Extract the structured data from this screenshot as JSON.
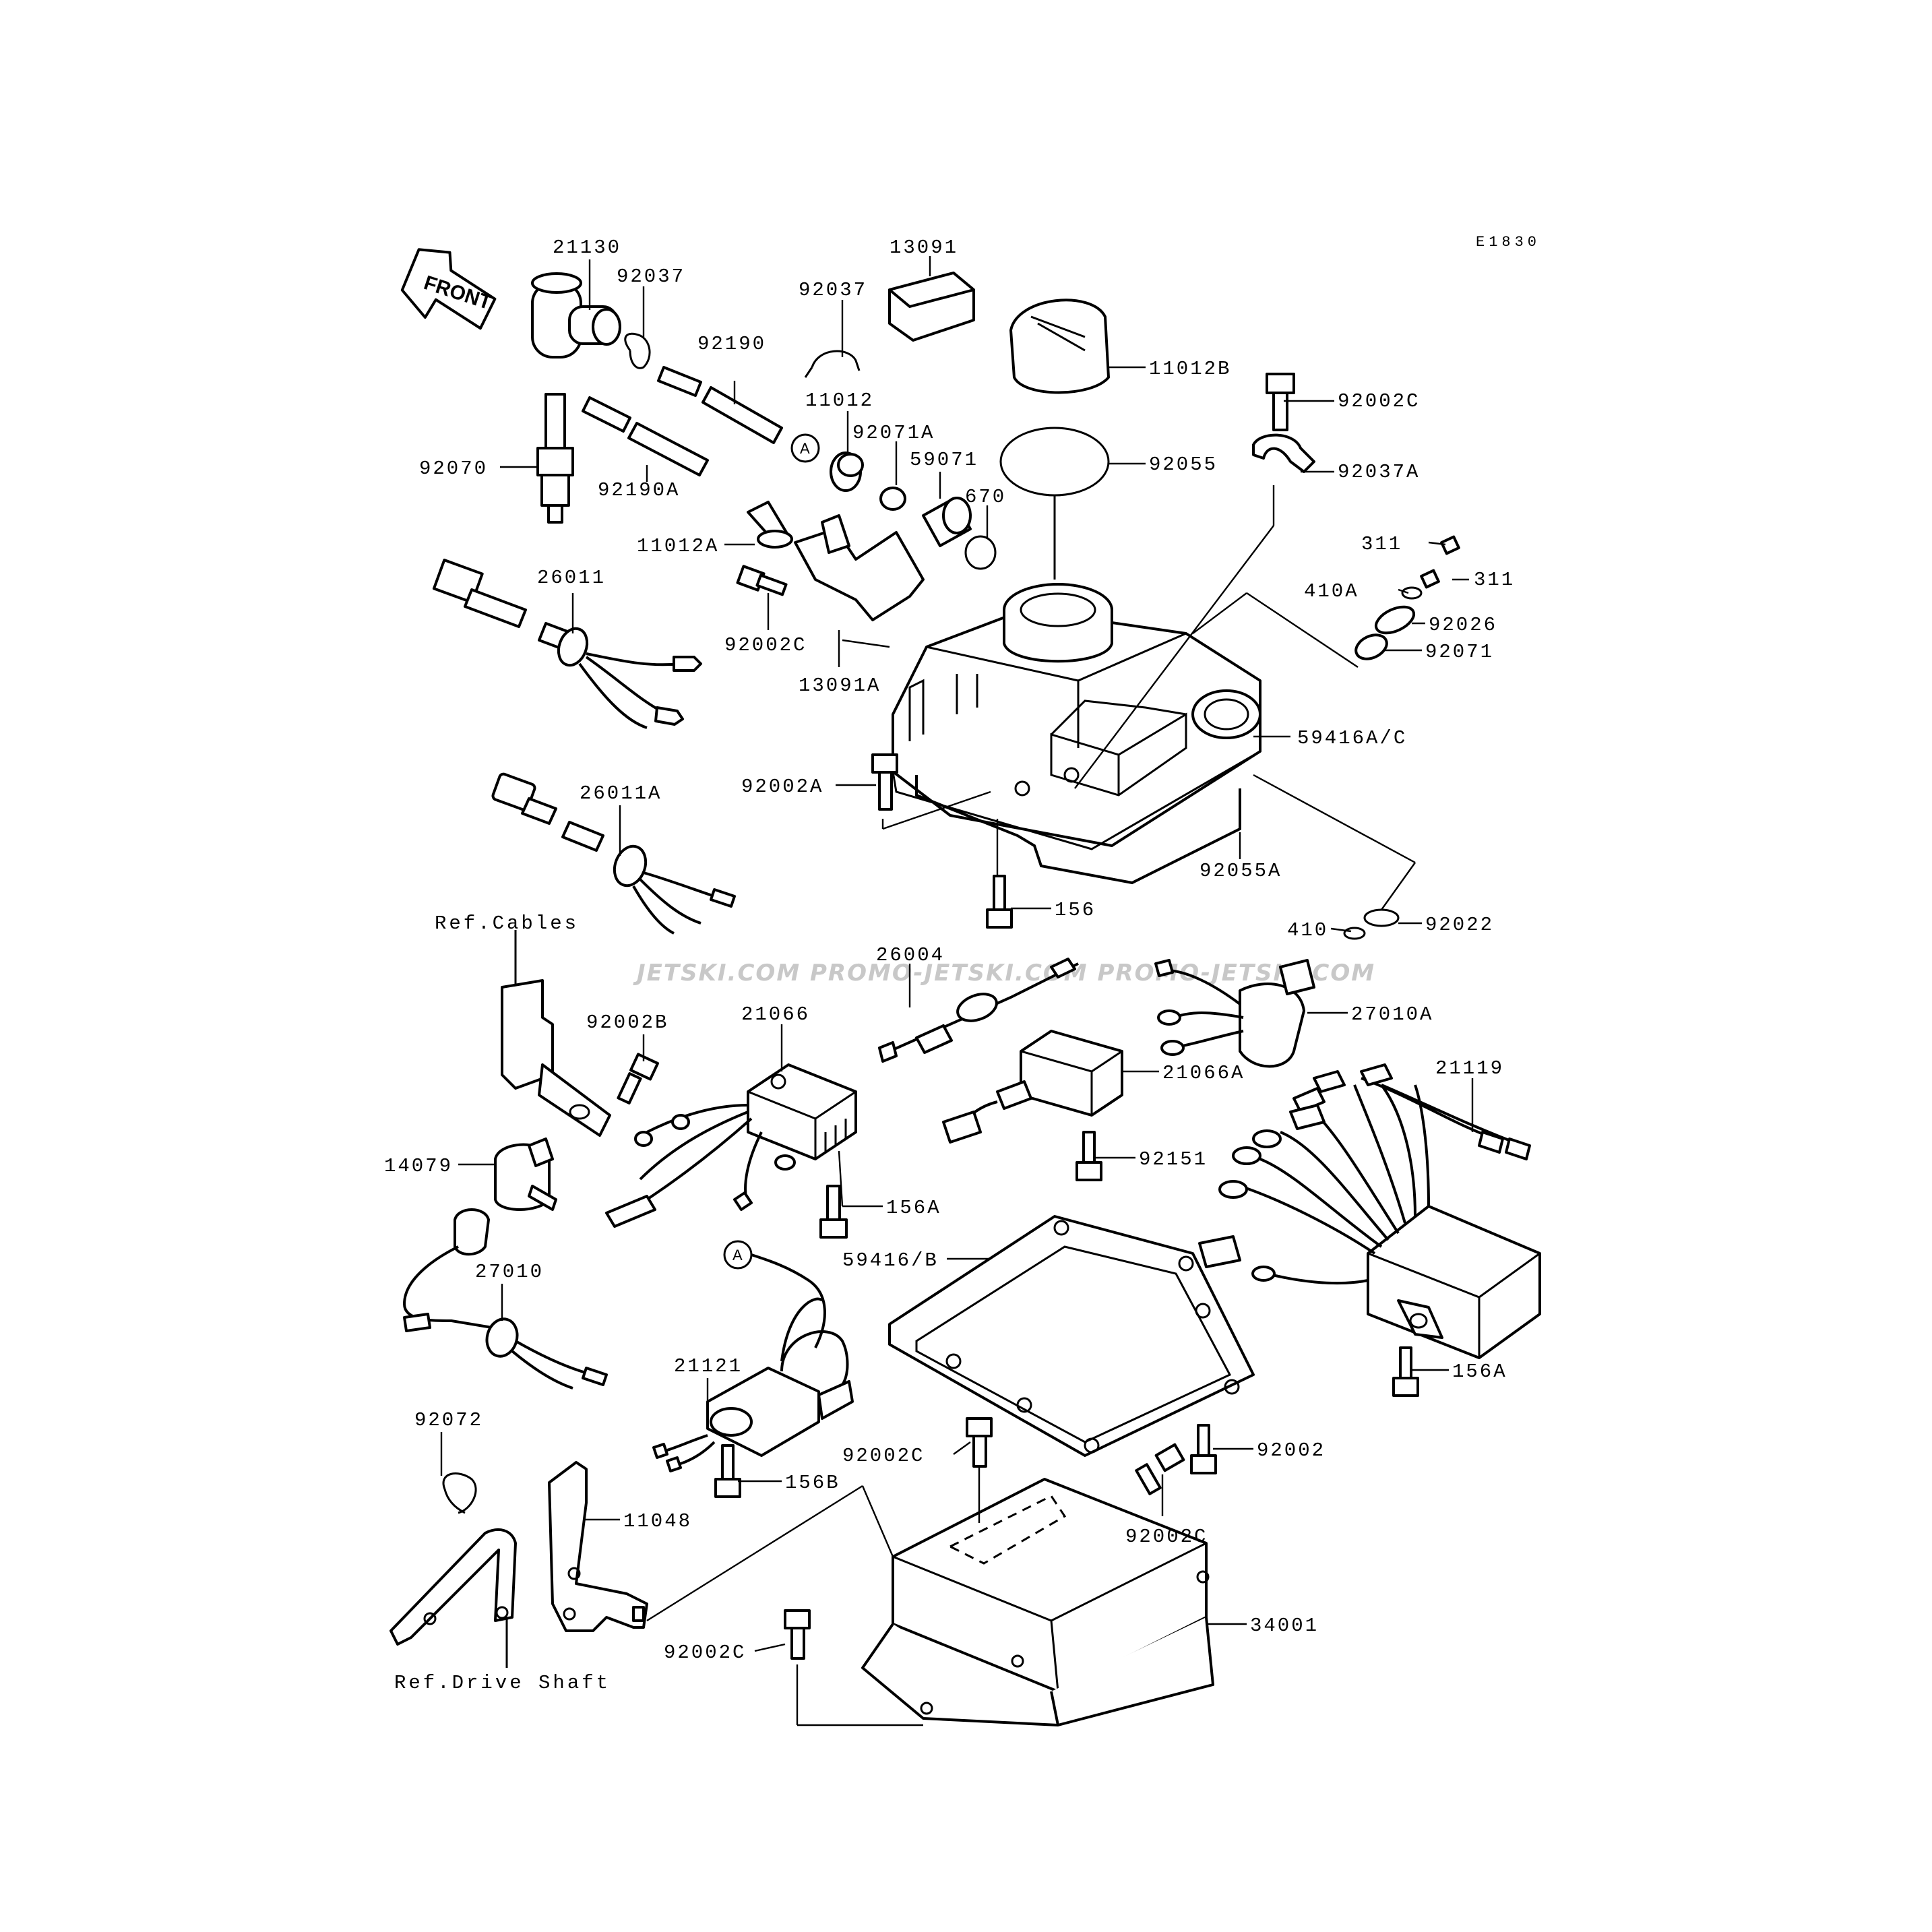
{
  "diagram_code": "E1830",
  "front_arrow_label": "FRONT",
  "ref_labels": {
    "cables": "Ref.Cables",
    "drive_shaft": "Ref.Drive Shaft"
  },
  "circle_marker": "A",
  "watermark": "JETSKI.COM  PROMO-JETSKI.COM  PROMO-JETSKI.COM",
  "callouts": {
    "p21130": "21130",
    "p92037": "92037",
    "p92037b": "92037",
    "p13091": "13091",
    "p92190": "92190",
    "p11012": "11012",
    "p11012B": "11012B",
    "p92002C_top": "92002C",
    "p92037A": "92037A",
    "p92055": "92055",
    "p92070": "92070",
    "p92190A": "92190A",
    "p92071A": "92071A",
    "p59071": "59071",
    "p670": "670",
    "p11012A": "11012A",
    "p311a": "311",
    "p311b": "311",
    "p410A": "410A",
    "p92026": "92026",
    "p92071": "92071",
    "p26011": "26011",
    "p92002C_mid": "92002C",
    "p13091A": "13091A",
    "p59416AC": "59416A/C",
    "p92002A": "92002A",
    "p26011A": "26011A",
    "p92055A": "92055A",
    "p156": "156",
    "p410": "410",
    "p92022": "92022",
    "p26004": "26004",
    "p27010A": "27010A",
    "p92002B": "92002B",
    "p21066": "21066",
    "p21066A": "21066A",
    "p21119": "21119",
    "p14079": "14079",
    "p92151": "92151",
    "p156A": "156A",
    "p59416B": "59416/B",
    "p27010": "27010",
    "p21121": "21121",
    "p156A_b": "156A",
    "p92072": "92072",
    "p92002C_low": "92002C",
    "p92002": "92002",
    "p156B": "156B",
    "p11048": "11048",
    "p92002C_r": "92002C",
    "p34001": "34001",
    "p92002C_bot": "92002C"
  }
}
